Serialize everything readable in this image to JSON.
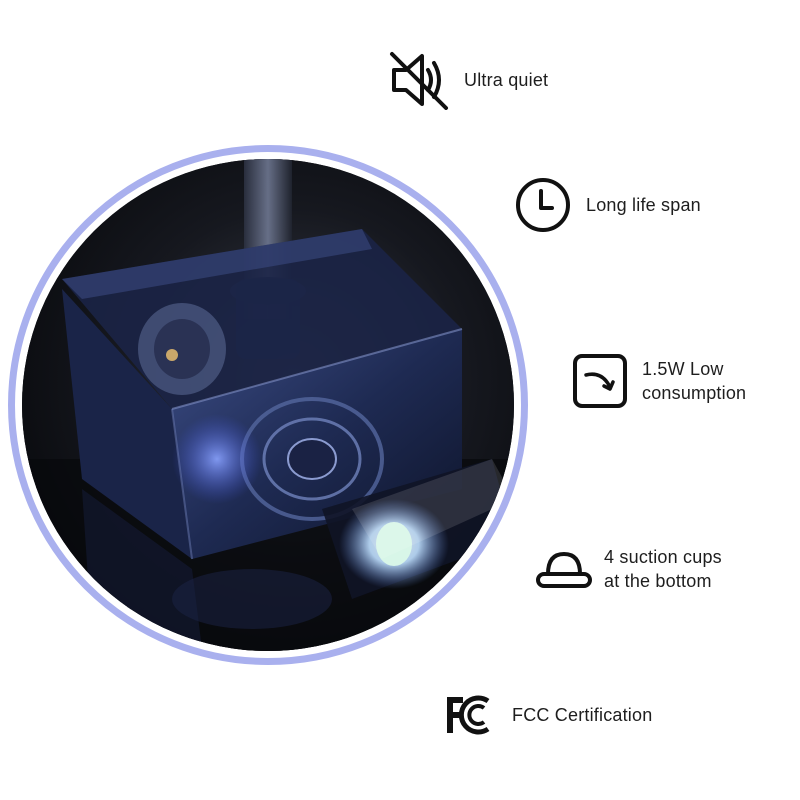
{
  "features": [
    {
      "id": "quiet",
      "icon": "speaker-muted-icon",
      "label": "Ultra quiet"
    },
    {
      "id": "life",
      "icon": "clock-icon",
      "label": "Long life span"
    },
    {
      "id": "power",
      "icon": "low-consumption-arrow-icon",
      "label": "1.5W Low\nconsumption"
    },
    {
      "id": "cups",
      "icon": "suction-cup-icon",
      "label": "4 suction cups\nat the bottom"
    },
    {
      "id": "fcc",
      "icon": "fcc-logo-icon",
      "label": "FCC Certification"
    }
  ],
  "colors": {
    "ring": "#a9b0ee",
    "icon": "#111111",
    "text": "#1e1e1e",
    "photo_bg": "#0b0d14",
    "pump_body": "#22305a",
    "glow": "#cfe6ff"
  }
}
